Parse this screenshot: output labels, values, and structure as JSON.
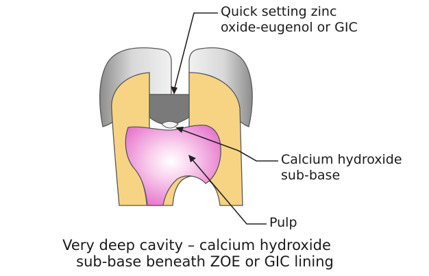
{
  "labels": {
    "lining": [
      "Quick setting zinc",
      "oxide-eugenol or GIC"
    ],
    "sub_base": [
      "Calcium hydroxide",
      "sub-base"
    ],
    "pulp": "Pulp"
  },
  "caption": [
    "Very deep cavity – calcium hydroxide",
    "sub-base beneath ZOE or GIC lining"
  ],
  "colors": {
    "enamel_outer": "#8f8f8f",
    "enamel_inner": "#ececec",
    "dentine": "#f7d483",
    "pulp_center": "#ffffff",
    "pulp_edge": "#e56fca",
    "lining": "#7a7a7a",
    "sub_base": "#f2f2f2",
    "leader_line": "#222222"
  }
}
